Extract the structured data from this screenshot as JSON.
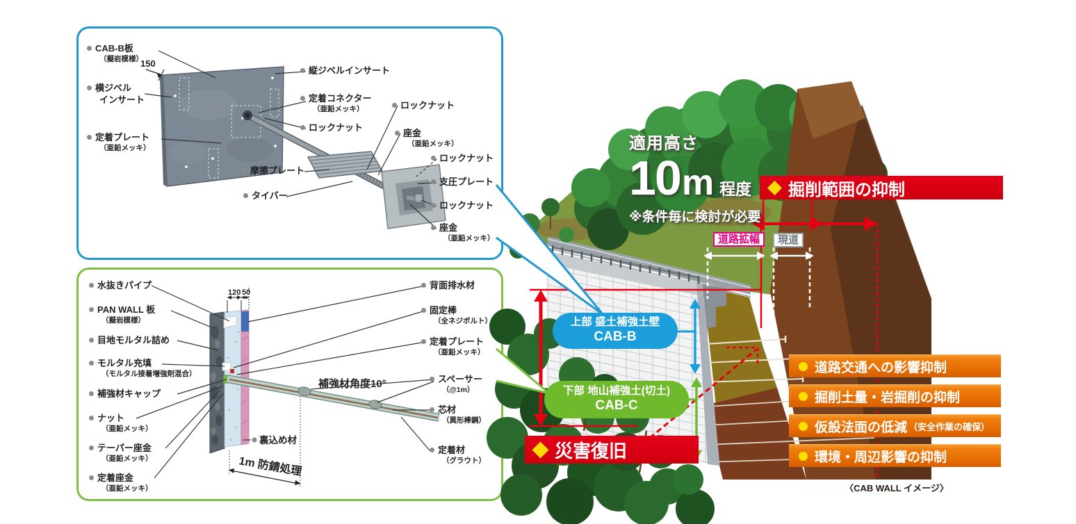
{
  "colors": {
    "box_blue_border": "#2196cf",
    "box_green_border": "#7cbf43",
    "banner_red": "#d7000f",
    "pill_blue": "#1b9ed9",
    "pill_green": "#6fb92c",
    "magenta": "#e4007f",
    "orange": "#ee7d0d",
    "yellow": "#ffe100"
  },
  "box_cab_b": {
    "dim_150": "150",
    "labels": {
      "cab_b_plate": {
        "l1": "CAB-B板",
        "l2": "（擬岩模様）"
      },
      "yoko_jibel": {
        "l1": "横ジベル",
        "l2": "インサート"
      },
      "teichaku_plate": {
        "l1": "定着プレート",
        "l2": "（亜鉛メッキ）"
      },
      "tate_jibel": {
        "l1": "縦ジベルインサート"
      },
      "teichaku_connector": {
        "l1": "定着コネクター",
        "l2": "（亜鉛メッキ）"
      },
      "lock_nut_1": {
        "l1": "ロックナット"
      },
      "lock_nut_2": {
        "l1": "ロックナット"
      },
      "zagane_1": {
        "l1": "座金",
        "l2": "（亜鉛メッキ）"
      },
      "lock_nut_3": {
        "l1": "ロックナット"
      },
      "shiatsu_plate": {
        "l1": "支圧プレート"
      },
      "lock_nut_4": {
        "l1": "ロックナット"
      },
      "zagane_2": {
        "l1": "座金",
        "l2": "（亜鉛メッキ）"
      },
      "masatsu_plate": {
        "l1": "摩擦プレート"
      },
      "tie_bar": {
        "l1": "タイバー"
      }
    }
  },
  "box_pan_wall": {
    "dim_120": "120",
    "dim_50": "50",
    "labels": {
      "mizunuki_pipe": {
        "l1": "水抜きパイプ"
      },
      "pan_wall_plate": {
        "l1": "PAN WALL 板",
        "l2": "（擬岩模様）"
      },
      "meji_mortar": {
        "l1": "目地モルタル詰め"
      },
      "mortar_juten": {
        "l1": "モルタル充填",
        "l2": "（モルタル接着増強剤混合）"
      },
      "hokyozai_cap": {
        "l1": "補強材キャップ"
      },
      "nut": {
        "l1": "ナット",
        "l2": "（亜鉛メッキ）"
      },
      "taper_zagane": {
        "l1": "テーパー座金",
        "l2": "（亜鉛メッキ）"
      },
      "teichaku_zagane": {
        "l1": "定着座金",
        "l2": "（亜鉛メッキ）"
      },
      "haimen_haisui": {
        "l1": "背面排水材"
      },
      "kotei_bo": {
        "l1": "固定棒",
        "l2": "（全ネジボルト）"
      },
      "teichaku_plate2": {
        "l1": "定着プレート",
        "l2": "（亜鉛メッキ）"
      },
      "spacer": {
        "l1": "スペーサー",
        "l2": "（@1m）"
      },
      "shinzai": {
        "l1": "芯材",
        "l2": "（異形棒鋼）"
      },
      "teichaku_zai": {
        "l1": "定着材",
        "l2": "（グラウト）"
      },
      "urakome_zai": "裏込め材",
      "angle_note": "補強材角度10°",
      "boseishori": "1m 防錆処理"
    }
  },
  "illustration": {
    "height_prefix": "適用高さ",
    "height_value": "10",
    "height_unit": "m",
    "height_suffix": "程度",
    "height_caution": "※条件毎に検討が必要",
    "banner_excavation": "掘削範囲の抑制",
    "banner_disaster": "災害復旧",
    "label_road_widening": "道路拡幅",
    "label_existing_road": "現道",
    "pill_upper_l1": "上部 盛土補強土壁",
    "pill_upper_l2": "CAB-B",
    "pill_lower_l1": "下部 地山補強土(切土)",
    "pill_lower_l2": "CAB-C",
    "benefits": [
      {
        "text": "道路交通への影響抑制",
        "sub": ""
      },
      {
        "text": "掘削土量・岩掘削の抑制",
        "sub": ""
      },
      {
        "text": "仮設法面の低減",
        "sub": "（安全作業の確保）"
      },
      {
        "text": "環境・周辺影響の抑制",
        "sub": ""
      }
    ],
    "caption": "〈CAB WALL イメージ〉"
  }
}
